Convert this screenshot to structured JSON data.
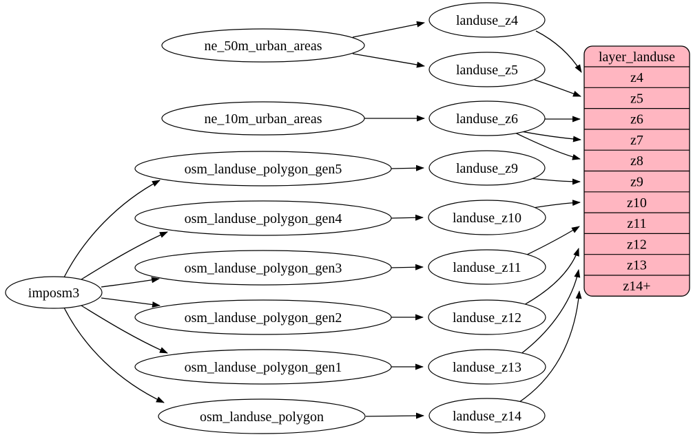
{
  "diagram": {
    "type": "flow-graph",
    "colors": {
      "background": "#ffffff",
      "node_fill": "#ffffff",
      "node_stroke": "#000000",
      "edge": "#000000",
      "table_fill": "#ffb6c1",
      "table_stroke": "#000000",
      "text": "#000000"
    },
    "nodes": [
      {
        "id": "imposm3",
        "label": "imposm3"
      },
      {
        "id": "ne_50m_urban_areas",
        "label": "ne_50m_urban_areas"
      },
      {
        "id": "ne_10m_urban_areas",
        "label": "ne_10m_urban_areas"
      },
      {
        "id": "osm_landuse_polygon_gen5",
        "label": "osm_landuse_polygon_gen5"
      },
      {
        "id": "osm_landuse_polygon_gen4",
        "label": "osm_landuse_polygon_gen4"
      },
      {
        "id": "osm_landuse_polygon_gen3",
        "label": "osm_landuse_polygon_gen3"
      },
      {
        "id": "osm_landuse_polygon_gen2",
        "label": "osm_landuse_polygon_gen2"
      },
      {
        "id": "osm_landuse_polygon_gen1",
        "label": "osm_landuse_polygon_gen1"
      },
      {
        "id": "osm_landuse_polygon",
        "label": "osm_landuse_polygon"
      },
      {
        "id": "landuse_z4",
        "label": "landuse_z4"
      },
      {
        "id": "landuse_z5",
        "label": "landuse_z5"
      },
      {
        "id": "landuse_z6",
        "label": "landuse_z6"
      },
      {
        "id": "landuse_z9",
        "label": "landuse_z9"
      },
      {
        "id": "landuse_z10",
        "label": "landuse_z10"
      },
      {
        "id": "landuse_z11",
        "label": "landuse_z11"
      },
      {
        "id": "landuse_z12",
        "label": "landuse_z12"
      },
      {
        "id": "landuse_z13",
        "label": "landuse_z13"
      },
      {
        "id": "landuse_z14",
        "label": "landuse_z14"
      }
    ],
    "table": {
      "id": "layer_landuse",
      "header": "layer_landuse",
      "rows": [
        "z4",
        "z5",
        "z6",
        "z7",
        "z8",
        "z9",
        "z10",
        "z11",
        "z12",
        "z13",
        "z14+"
      ]
    },
    "edges": [
      {
        "from": "ne_50m_urban_areas",
        "to": "landuse_z4"
      },
      {
        "from": "ne_50m_urban_areas",
        "to": "landuse_z5"
      },
      {
        "from": "ne_10m_urban_areas",
        "to": "landuse_z6"
      },
      {
        "from": "imposm3",
        "to": "osm_landuse_polygon_gen5"
      },
      {
        "from": "imposm3",
        "to": "osm_landuse_polygon_gen4"
      },
      {
        "from": "imposm3",
        "to": "osm_landuse_polygon_gen3"
      },
      {
        "from": "imposm3",
        "to": "osm_landuse_polygon_gen2"
      },
      {
        "from": "imposm3",
        "to": "osm_landuse_polygon_gen1"
      },
      {
        "from": "imposm3",
        "to": "osm_landuse_polygon"
      },
      {
        "from": "osm_landuse_polygon_gen5",
        "to": "landuse_z9"
      },
      {
        "from": "osm_landuse_polygon_gen4",
        "to": "landuse_z10"
      },
      {
        "from": "osm_landuse_polygon_gen3",
        "to": "landuse_z11"
      },
      {
        "from": "osm_landuse_polygon_gen2",
        "to": "landuse_z12"
      },
      {
        "from": "osm_landuse_polygon_gen1",
        "to": "landuse_z13"
      },
      {
        "from": "osm_landuse_polygon",
        "to": "landuse_z14"
      },
      {
        "from": "landuse_z4",
        "to": "layer_landuse:z4"
      },
      {
        "from": "landuse_z5",
        "to": "layer_landuse:z5"
      },
      {
        "from": "landuse_z6",
        "to": "layer_landuse:z6"
      },
      {
        "from": "landuse_z6",
        "to": "layer_landuse:z7"
      },
      {
        "from": "landuse_z6",
        "to": "layer_landuse:z8"
      },
      {
        "from": "landuse_z9",
        "to": "layer_landuse:z9"
      },
      {
        "from": "landuse_z10",
        "to": "layer_landuse:z10"
      },
      {
        "from": "landuse_z11",
        "to": "layer_landuse:z11"
      },
      {
        "from": "landuse_z12",
        "to": "layer_landuse:z12"
      },
      {
        "from": "landuse_z13",
        "to": "layer_landuse:z13"
      },
      {
        "from": "landuse_z14",
        "to": "layer_landuse:z14+"
      }
    ]
  }
}
